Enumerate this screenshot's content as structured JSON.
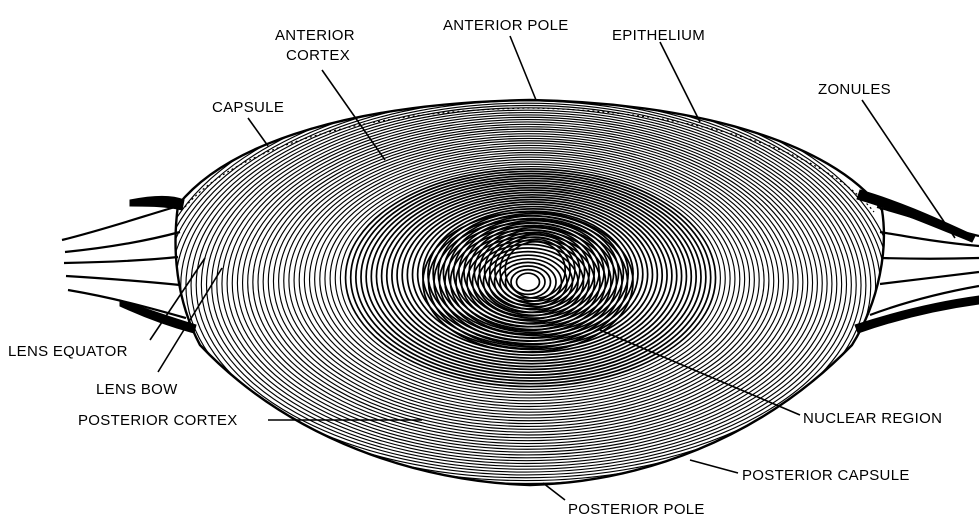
{
  "labels": {
    "anterior_cortex_line1": "ANTERIOR",
    "anterior_cortex_line2": "CORTEX",
    "anterior_pole": "ANTERIOR POLE",
    "epithelium": "EPITHELIUM",
    "zonules": "ZONULES",
    "capsule": "CAPSULE",
    "lens_equator": "LENS EQUATOR",
    "lens_bow": "LENS BOW",
    "posterior_cortex": "POSTERIOR CORTEX",
    "nuclear_region": "NUCLEAR REGION",
    "posterior_capsule": "POSTERIOR CAPSULE",
    "posterior_pole": "POSTERIOR POLE"
  },
  "colors": {
    "ink": "#000000",
    "paper": "#ffffff"
  }
}
